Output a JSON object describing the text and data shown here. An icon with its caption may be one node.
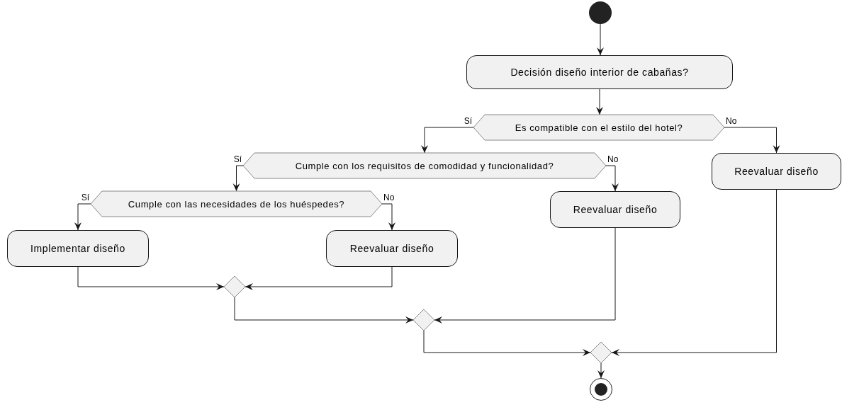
{
  "diagram": {
    "nodes": [
      {
        "text": [],
        "shape": "circle"
      },
      {
        "text": [
          "Decisión diseño interior de cabañas?"
        ]
      },
      {
        "text": [
          "Es compatible con el estilo del hotel?"
        ]
      },
      {
        "text": [
          "Cumple con los requisitos de comodidad y funcionalidad?"
        ]
      },
      {
        "text": [
          "Cumple con las necesidades de los huéspedes?"
        ]
      },
      {
        "text": [
          "Implementar diseño"
        ]
      },
      {
        "text": [
          "Reevaluar diseño"
        ]
      },
      {
        "text": [
          "Reevaluar diseño"
        ]
      },
      {
        "text": [
          "Reevaluar diseño"
        ]
      },
      {
        "text": [],
        "shape": "diamond"
      },
      {
        "text": [],
        "shape": "diamond"
      },
      {
        "text": [],
        "shape": "diamond"
      },
      {
        "text": [],
        "shape": "bullseye"
      }
    ],
    "edges": [
      {
        "from": 0,
        "to": 1,
        "arrow": "to"
      },
      {
        "from": 1,
        "to": 2,
        "arrow": "to"
      },
      {
        "from": 2,
        "to": 3,
        "arrow": "to",
        "label": "Sí"
      },
      {
        "from": 2,
        "to": 8,
        "arrow": "to",
        "label": "No"
      },
      {
        "from": 3,
        "to": 4,
        "arrow": "to",
        "label": "Sí"
      },
      {
        "from": 3,
        "to": 7,
        "arrow": "to",
        "label": "No"
      },
      {
        "from": 4,
        "to": 5,
        "arrow": "to",
        "label": "Sí"
      },
      {
        "from": 4,
        "to": 6,
        "arrow": "to",
        "label": "No"
      },
      {
        "from": 5,
        "to": 9,
        "arrow": "to"
      },
      {
        "from": 6,
        "to": 9,
        "arrow": "to"
      },
      {
        "from": 9,
        "to": 10,
        "arrow": "to"
      },
      {
        "from": 7,
        "to": 10,
        "arrow": "to"
      },
      {
        "from": 10,
        "to": 11,
        "arrow": "to"
      },
      {
        "from": 8,
        "to": 11,
        "arrow": "to"
      },
      {
        "from": 11,
        "to": 12,
        "arrow": "to"
      }
    ]
  }
}
